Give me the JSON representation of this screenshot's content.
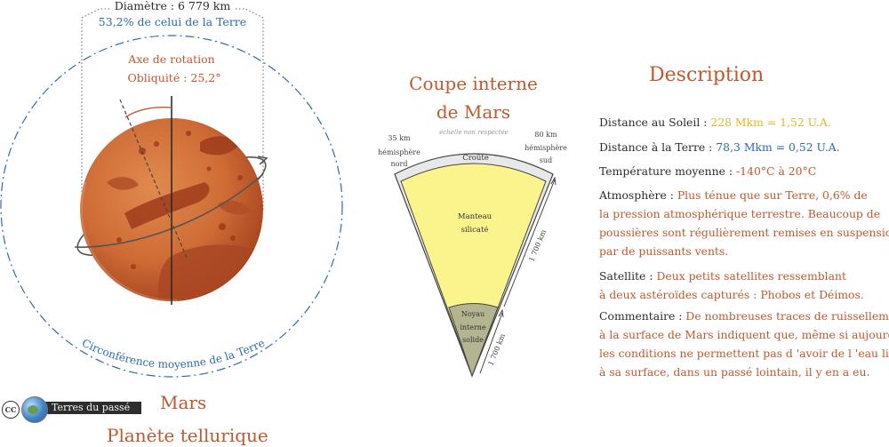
{
  "planet": {
    "name": "Mars",
    "type": "Planète tellurique"
  },
  "left_diagram": {
    "diameter": "Diamètre : 6 779 km",
    "diameter_ratio": "53,2% de celui de la Terre",
    "axis_label": "Axe de rotation",
    "obliquity": "Obliquité : 25,2°",
    "earth_circumference": "Circonférence moyenne de la Terre"
  },
  "cross_section": {
    "title_line1": "Coupe interne",
    "title_line2": "de Mars",
    "scale_note": "échelle non respectée",
    "north_depth": "35 km",
    "north_label_1": "hémisphère",
    "north_label_2": "nord",
    "south_depth": "80 km",
    "south_label_1": "hémisphère",
    "south_label_2": "sud",
    "crust": "Croûte",
    "mantle_1": "Manteau",
    "mantle_2": "silicaté",
    "mantle_thickness": "1 700 km",
    "core_1": "Noyau",
    "core_2": "interne",
    "core_3": "solide",
    "core_radius": "1 700 km",
    "colors": {
      "crust": "#e8e8e8",
      "mantle": "#fbf38c",
      "core": "#b2b58f"
    }
  },
  "description": {
    "title": "Description",
    "distance_sun_label": "Distance au Soleil : ",
    "distance_sun_value": "228 Mkm = 1,52 U.A.",
    "distance_earth_label": "Distance à la Terre : ",
    "distance_earth_value": "78,3 Mkm = 0,52 U.A.",
    "temperature_label": "Température moyenne : ",
    "temperature_value": "-140°C à 20°C",
    "atmosphere_label": "Atmosphère : ",
    "atmosphere_line1": "Plus ténue que sur Terre, 0,6% de",
    "atmosphere_line2": "la pression atmosphérique terrestre. Beaucoup de",
    "atmosphere_line3": "poussières sont régulièrement remises en suspensions",
    "atmosphere_line4": "par de puissants vents.",
    "satellite_label": "Satellite : ",
    "satellite_line1": "Deux petits satellites ressemblant",
    "satellite_line2": "à deux astéroïdes capturés : Phobos et Déimos.",
    "comment_label": "Commentaire : ",
    "comment_line1": "De nombreuses traces de ruissellement",
    "comment_line2": "à la surface de Mars indiquent que, même si aujourd 'hui",
    "comment_line3": "les conditions ne permettent pas d 'avoir de l 'eau liquide",
    "comment_line4": "à sa surface, dans un passé lointain, il y en a eu."
  },
  "logo": {
    "cc": "CC",
    "text": "Terres du passé"
  },
  "colors": {
    "orange": "#c0582d",
    "blue": "#2a6cad",
    "yellow": "#e5b52a",
    "mars": "#d4763f"
  }
}
